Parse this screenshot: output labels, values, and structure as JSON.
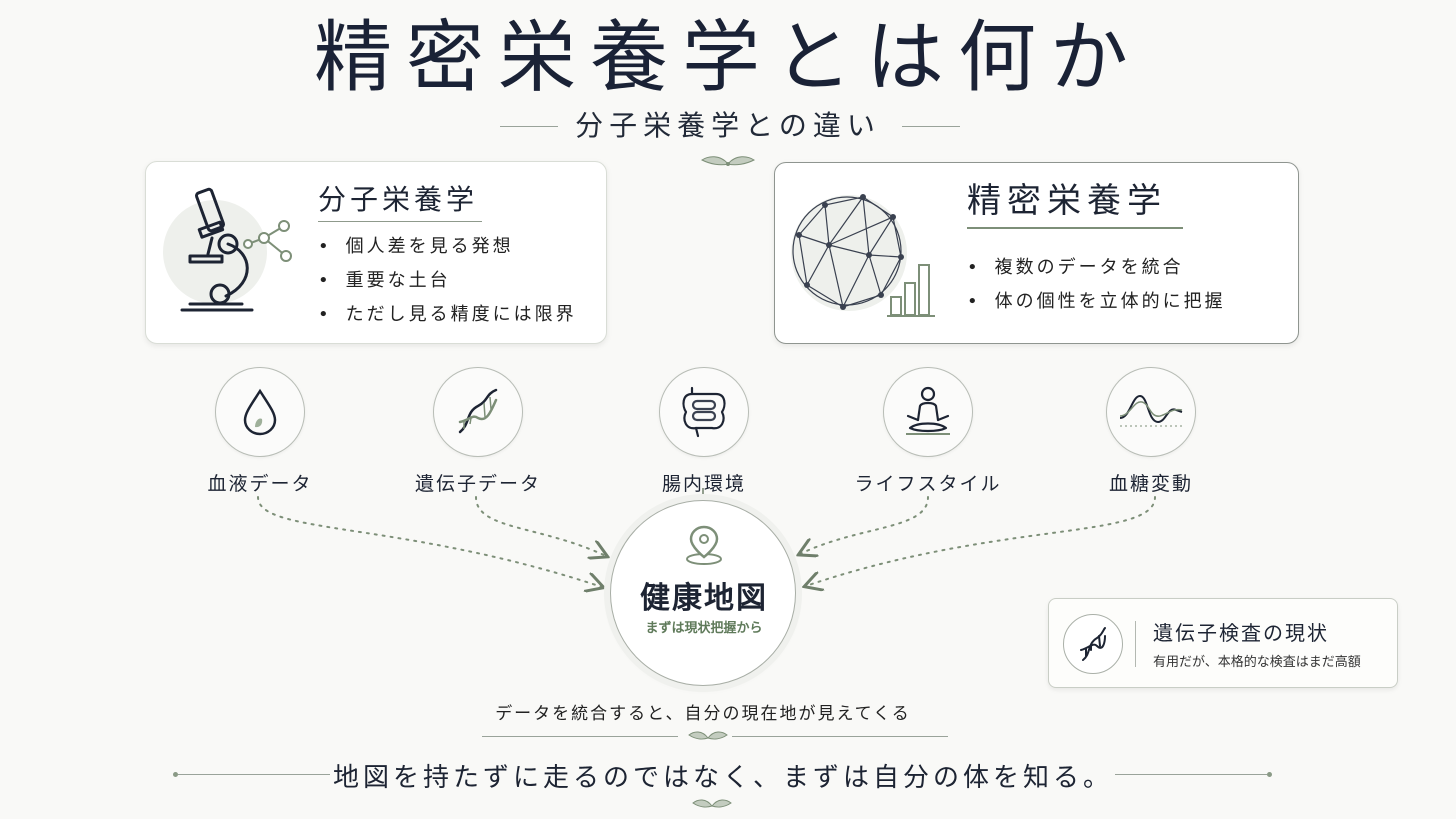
{
  "title": "精密栄養学とは何か",
  "subtitle": "分子栄養学との違い",
  "cards": {
    "left": {
      "title": "分子栄養学",
      "bullets": [
        "個人差を見る発想",
        "重要な土台",
        "ただし見る精度には限界"
      ]
    },
    "right": {
      "title": "精密栄養学",
      "bullets": [
        "複数のデータを統合",
        "体の個性を立体的に把握"
      ]
    }
  },
  "sources": [
    {
      "label": "血液データ",
      "icon": "blood-drop-icon"
    },
    {
      "label": "遺伝子データ",
      "icon": "dna-icon"
    },
    {
      "label": "腸内環境",
      "icon": "intestine-icon"
    },
    {
      "label": "ライフスタイル",
      "icon": "meditation-icon"
    },
    {
      "label": "血糖変動",
      "icon": "glucose-wave-icon"
    }
  ],
  "map": {
    "title": "健康地図",
    "subtitle": "まずは現状把握から"
  },
  "genetic_test": {
    "title": "遺伝子検査の現状",
    "description": "有用だが、本格的な検査はまだ高額"
  },
  "integrate_text": "データを統合すると、自分の現在地が見えてくる",
  "bottom_message": "地図を持たずに走るのではなく、まずは自分の体を知る。",
  "colors": {
    "accent_green": "#7d8f78",
    "navy": "#1a2236",
    "background": "#f9f9f7"
  }
}
